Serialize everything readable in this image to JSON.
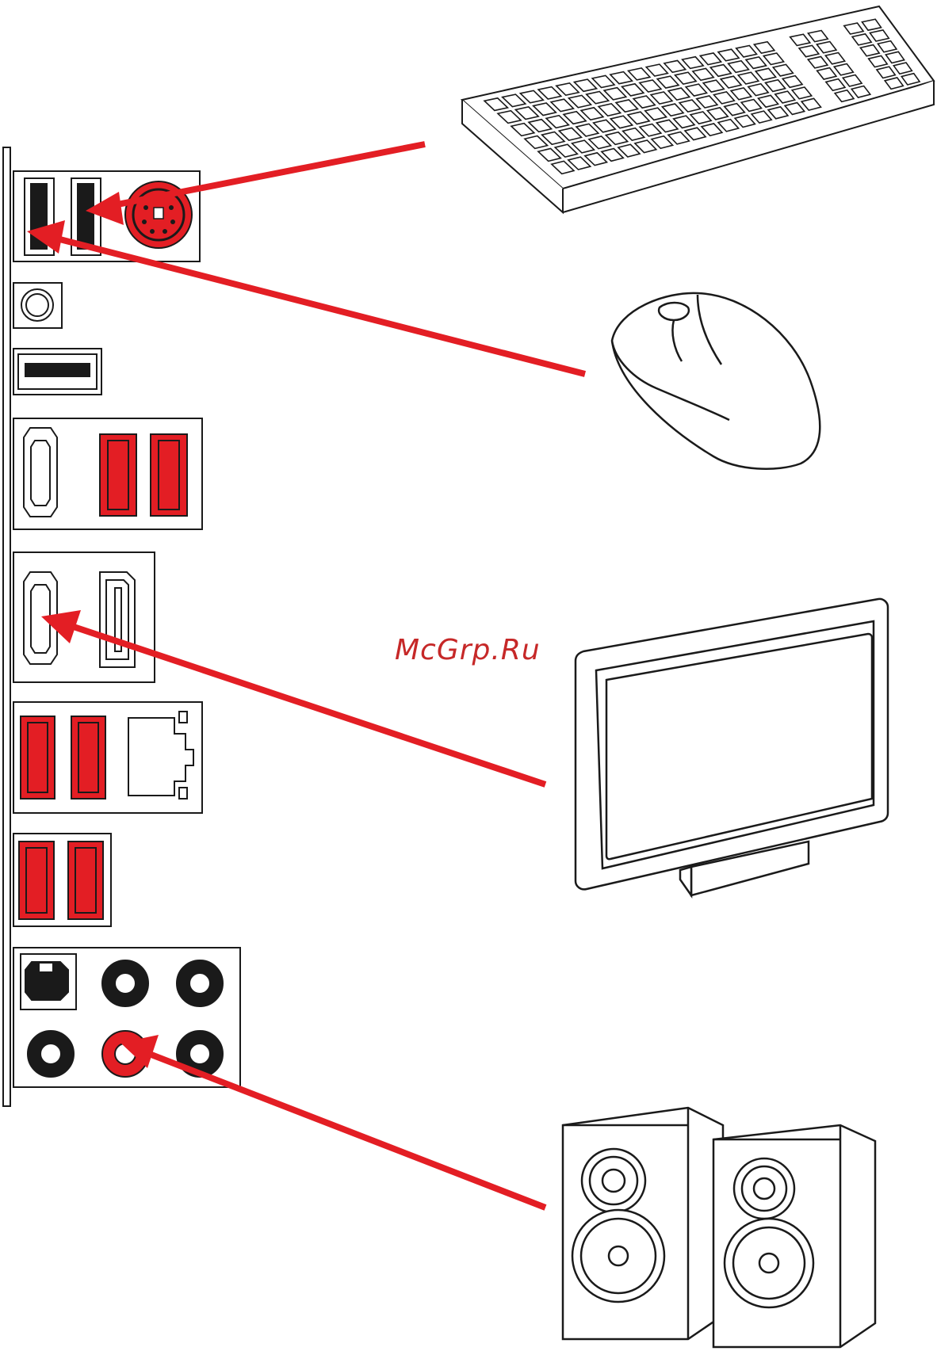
{
  "watermark": {
    "text": "McGrp.Ru"
  },
  "colors": {
    "accent_red": "#e31e24",
    "line": "#1a1a1a",
    "dark_port": "#222222",
    "watermark": "#c62828"
  },
  "devices": [
    {
      "name": "keyboard",
      "icon": "keyboard-icon",
      "connects_to": "usb-2-top-right"
    },
    {
      "name": "mouse",
      "icon": "mouse-icon",
      "connects_to": "usb-2-top-left"
    },
    {
      "name": "monitor",
      "icon": "monitor-icon",
      "connects_to": "hdmi-out"
    },
    {
      "name": "speakers",
      "icon": "speakers-icon",
      "connects_to": "audio-line-out"
    }
  ],
  "io_panel": {
    "groups": [
      "usb-ps2-combo",
      "clear-cmos-button",
      "bios-flashback-usb",
      "hdmi-usb3",
      "hdmi-displayport",
      "usb3-lan",
      "usb3",
      "audio-optical"
    ]
  }
}
